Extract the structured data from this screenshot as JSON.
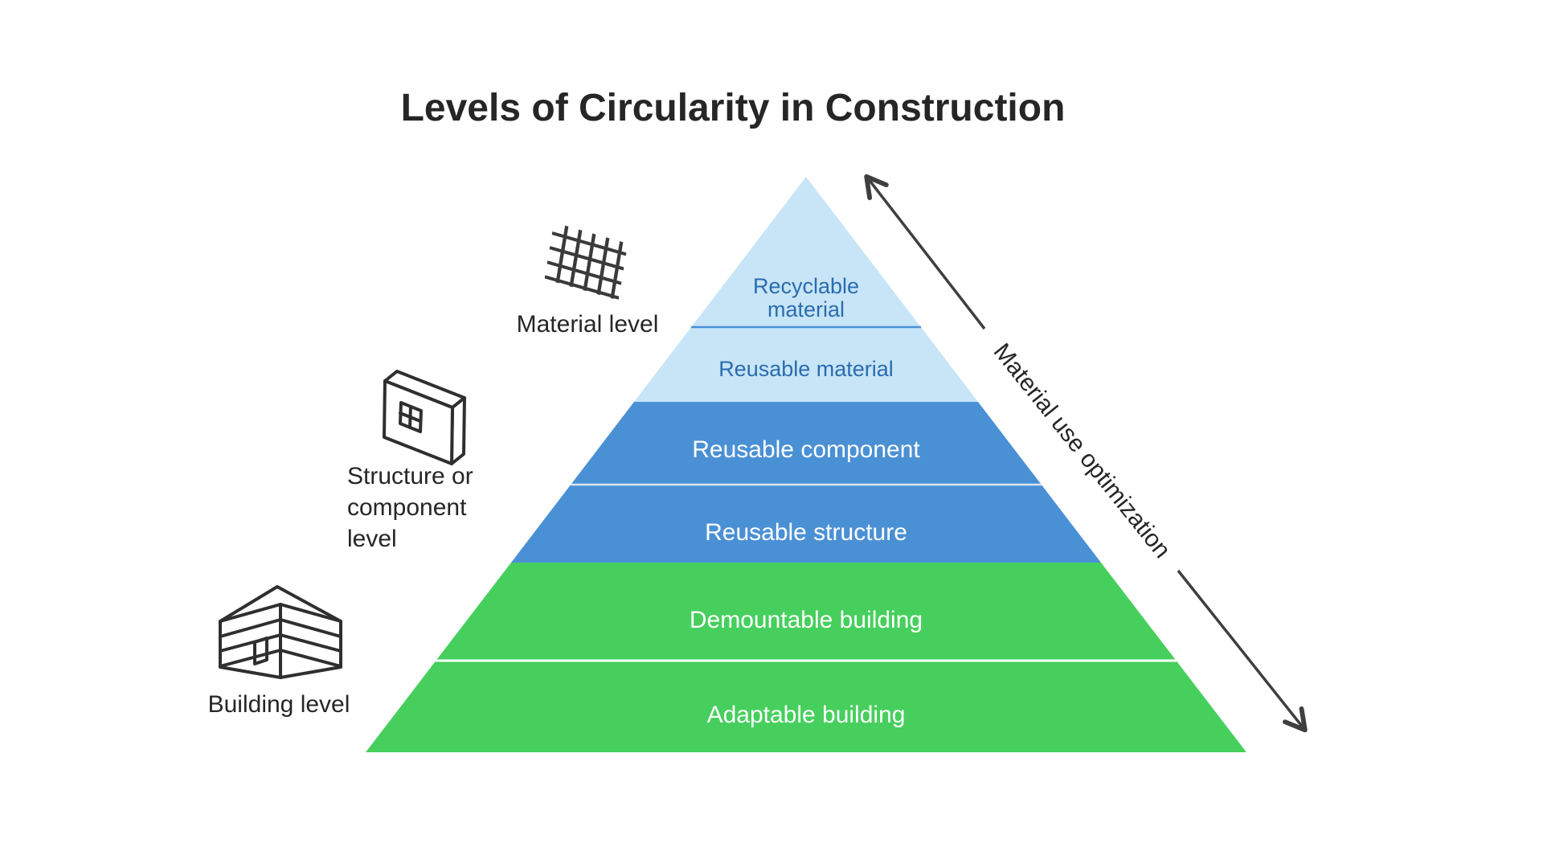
{
  "title": "Levels of Circularity in Construction",
  "colors": {
    "light_blue": "#c7e5f6",
    "mid_blue": "#4a90d5",
    "green": "#46cf5d",
    "blue_text": "#2a6cb0",
    "white": "#ffffff",
    "dark_text": "#262626",
    "divider_blue": "#4a90d5",
    "divider_light": "#d9e4ef",
    "divider_white": "#ffffff",
    "arrow": "#3f3f3f"
  },
  "pyramid": {
    "layers": [
      {
        "label": "Recyclable material",
        "lines": [
          "Recyclable",
          "material"
        ],
        "fill": "#c7e5f6",
        "text_color": "#2a6cb0"
      },
      {
        "label": "Reusable material",
        "lines": [
          "Reusable material"
        ],
        "fill": "#c7e5f6",
        "text_color": "#2a6cb0"
      },
      {
        "label": "Reusable component",
        "lines": [
          "Reusable component"
        ],
        "fill": "#4a90d5",
        "text_color": "#ffffff"
      },
      {
        "label": "Reusable structure",
        "lines": [
          "Reusable structure"
        ],
        "fill": "#4a90d5",
        "text_color": "#ffffff"
      },
      {
        "label": "Demountable building",
        "lines": [
          "Demountable building"
        ],
        "fill": "#46cf5d",
        "text_color": "#ffffff"
      },
      {
        "label": "Adaptable building",
        "lines": [
          "Adaptable building"
        ],
        "fill": "#46cf5d",
        "text_color": "#ffffff"
      }
    ]
  },
  "side_labels": [
    {
      "label": "Material level",
      "lines": [
        "Material level"
      ],
      "icon": "mesh-grid-icon"
    },
    {
      "label": "Structure or component level",
      "lines": [
        "Structure or",
        "component",
        "level"
      ],
      "icon": "panel-icon"
    },
    {
      "label": "Building level",
      "lines": [
        "Building level"
      ],
      "icon": "building-icon"
    }
  ],
  "arrow": {
    "label": "Material use optimization"
  }
}
